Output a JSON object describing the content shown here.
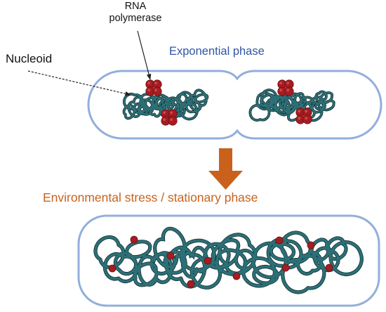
{
  "labels": {
    "rna_polymerase": [
      "RNA",
      "polymerase"
    ],
    "nucleoid": "Nucleoid",
    "exponential_phase": "Exponential phase",
    "stationary_phase": "Environmental stress / stationary phase"
  },
  "colors": {
    "cell_outline": "#93aedc",
    "dna_dark": "#123033",
    "dna_light": "#2c7077",
    "polymerase": "#a51d22",
    "polymerase_light": "#d0484c",
    "arrow": "#c9611d",
    "exponential_text": "#2f56a6",
    "stress_text": "#c9611d",
    "pointer_line": "#222222"
  }
}
